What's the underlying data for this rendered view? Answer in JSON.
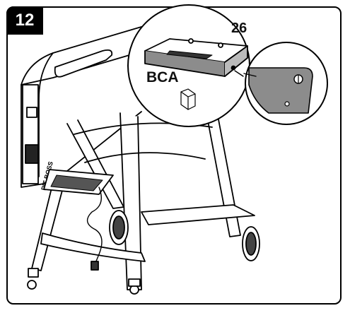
{
  "step": {
    "number": "12"
  },
  "callouts": {
    "part_number": "26",
    "hardware_code": "BCA"
  },
  "colors": {
    "line": "#000000",
    "zoom_fill": "#8c8c8c",
    "paper": "#ffffff"
  },
  "icons": [
    "grill-illustration",
    "shelf-zoom-circle",
    "bracket-zoom-circle",
    "bolt-icon"
  ]
}
